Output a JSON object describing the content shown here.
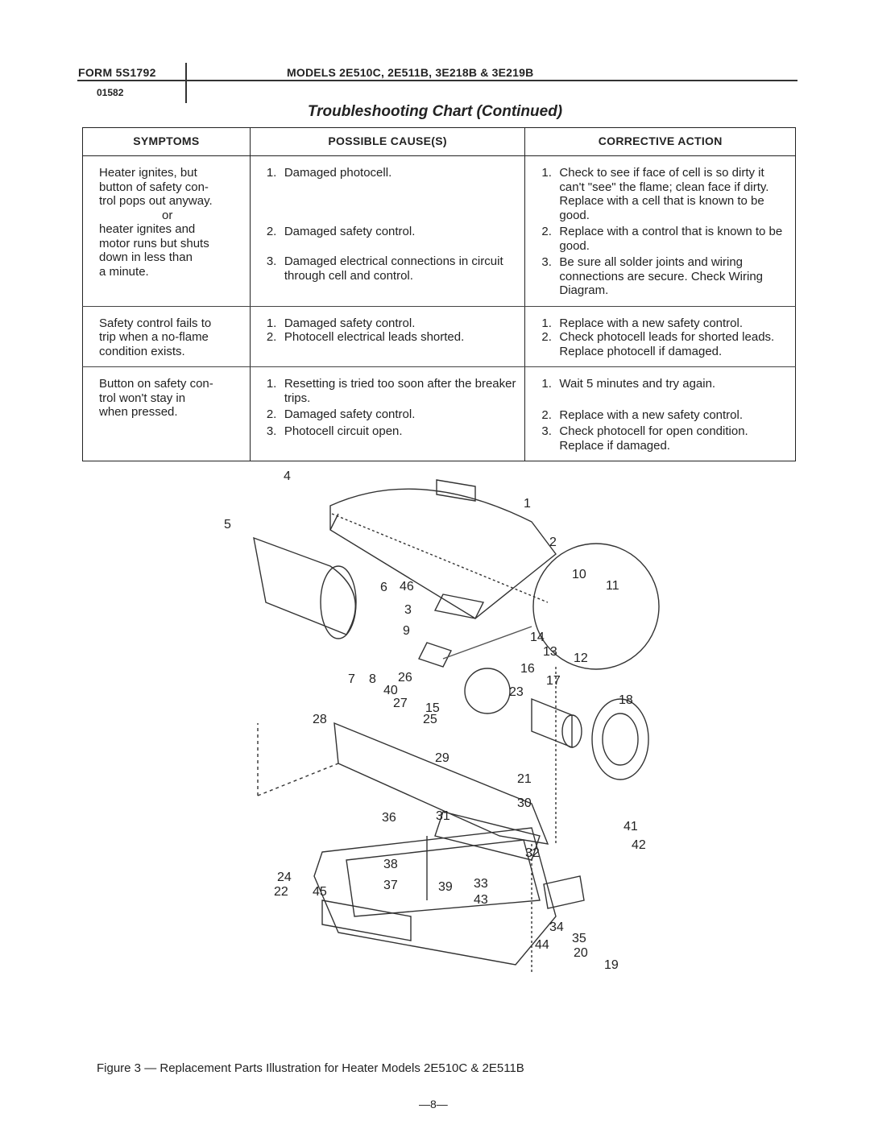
{
  "header": {
    "form": "FORM 5S1792",
    "doc_number": "01582",
    "models": "MODELS 2E510C, 2E511B, 3E218B & 3E219B"
  },
  "title": "Troubleshooting Chart (Continued)",
  "table": {
    "columns": [
      "SYMPTOMS",
      "POSSIBLE CAUSE(S)",
      "CORRECTIVE ACTION"
    ],
    "rows": [
      {
        "symptom_lines": [
          "Heater ignites, but",
          "button of safety con-",
          "trol pops out anyway.",
          "or",
          "heater ignites and",
          "motor runs but shuts",
          "down in less than",
          "a minute."
        ],
        "causes": [
          "Damaged photocell.",
          "Damaged safety control.",
          "Damaged electrical connections in circuit through cell and control."
        ],
        "actions": [
          "Check to see if face of cell is so dirty it can't \"see\" the flame; clean face if dirty. Replace with a cell that is known to be good.",
          "Replace with a control that is known to be good.",
          "Be sure all solder joints and wiring connections are secure. Check Wiring Diagram."
        ]
      },
      {
        "symptom_lines": [
          "Safety control fails to",
          "trip when a no-flame",
          "condition exists."
        ],
        "causes": [
          "Damaged safety control.",
          "Photocell electrical leads shorted."
        ],
        "actions": [
          "Replace with a new safety control.",
          "Check photocell leads for shorted leads. Replace photocell if damaged."
        ]
      },
      {
        "symptom_lines": [
          "Button on safety con-",
          "trol won't stay in",
          "when pressed."
        ],
        "causes": [
          "Resetting is tried too soon after the breaker trips.",
          "Damaged safety control.",
          "Photocell circuit open."
        ],
        "actions": [
          "Wait 5 minutes and try again.",
          "Replace with a new safety control.",
          "Check photocell for open condition. Replace if damaged."
        ]
      }
    ]
  },
  "figure": {
    "part_numbers": [
      "4",
      "1",
      "2",
      "5",
      "10",
      "11",
      "6",
      "46",
      "3",
      "9",
      "14",
      "13",
      "12",
      "16",
      "17",
      "7",
      "8",
      "26",
      "40",
      "23",
      "27",
      "15",
      "25",
      "18",
      "28",
      "29",
      "21",
      "30",
      "36",
      "31",
      "41",
      "42",
      "32",
      "38",
      "33",
      "37",
      "39",
      "45",
      "43",
      "34",
      "35",
      "44",
      "24",
      "22",
      "20",
      "19"
    ]
  },
  "caption": "Figure 3 — Replacement Parts Illustration for Heater Models 2E510C & 2E511B",
  "page_number": "—8—"
}
